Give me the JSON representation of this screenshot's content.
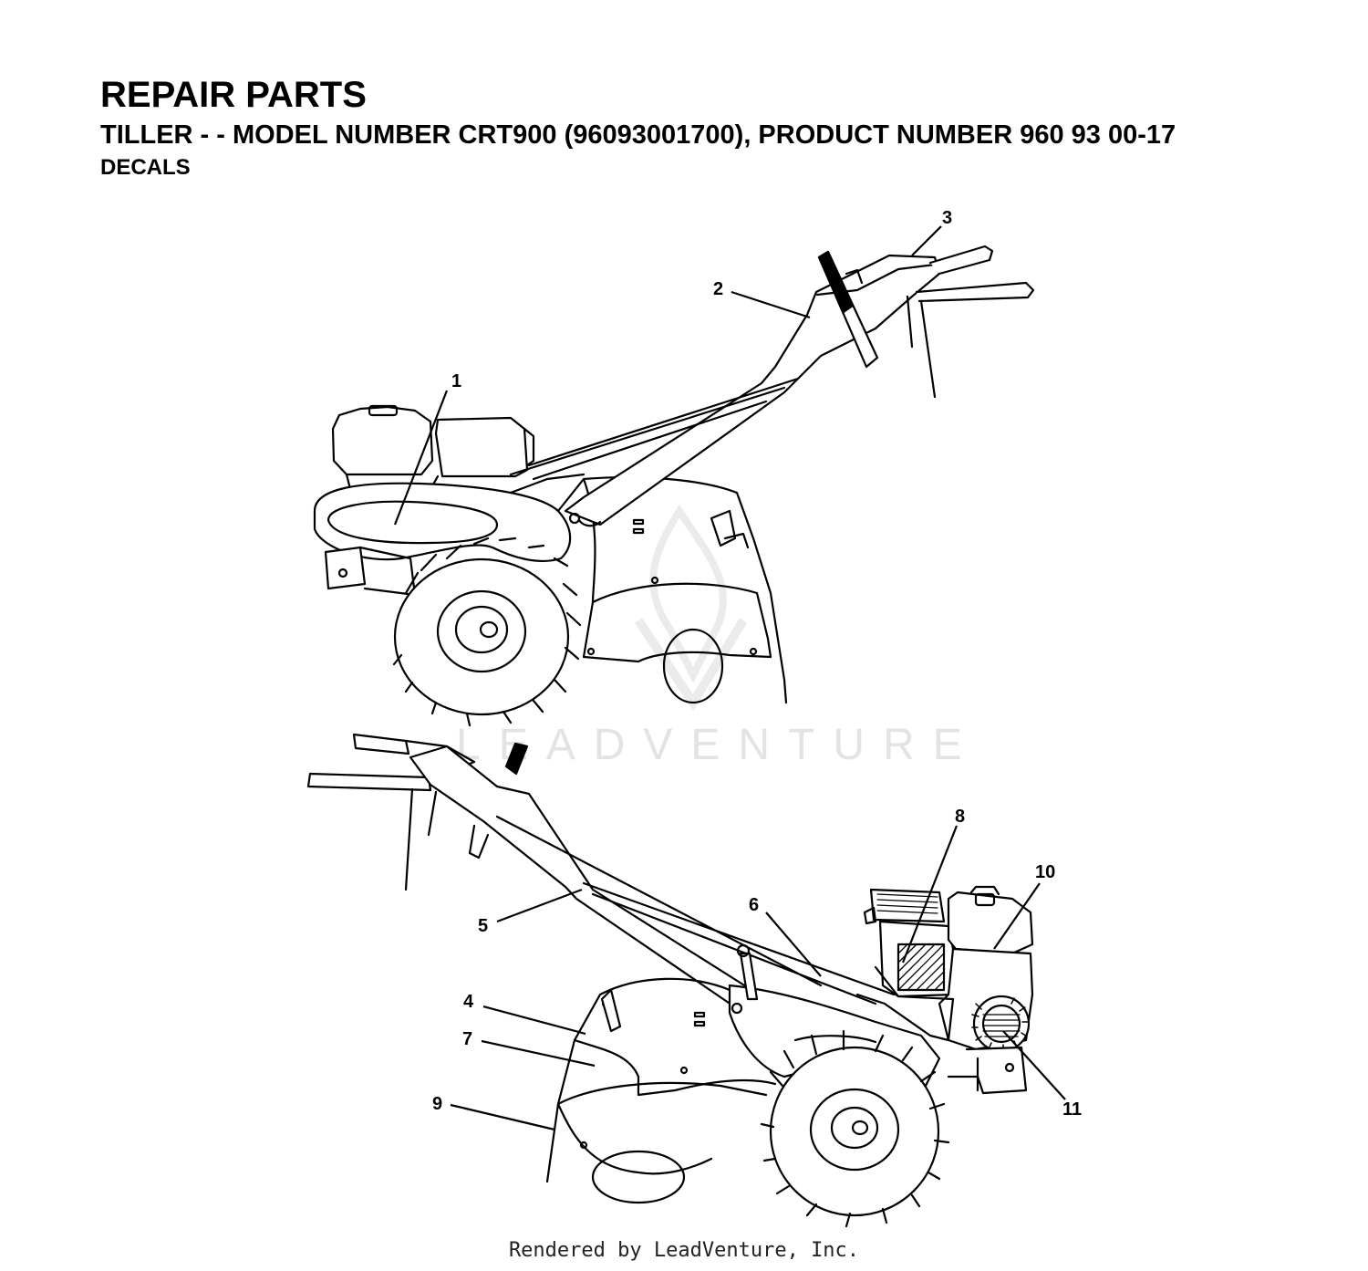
{
  "header": {
    "title": "REPAIR PARTS",
    "subtitle": "TILLER - - MODEL NUMBER CRT900 (96093001700), PRODUCT NUMBER 960 93 00-17",
    "section": "DECALS"
  },
  "callouts": [
    "1",
    "2",
    "3",
    "4",
    "5",
    "6",
    "7",
    "8",
    "9",
    "10",
    "11"
  ],
  "watermark": "LEADVENTURE",
  "footer": "Rendered by LeadVenture, Inc."
}
